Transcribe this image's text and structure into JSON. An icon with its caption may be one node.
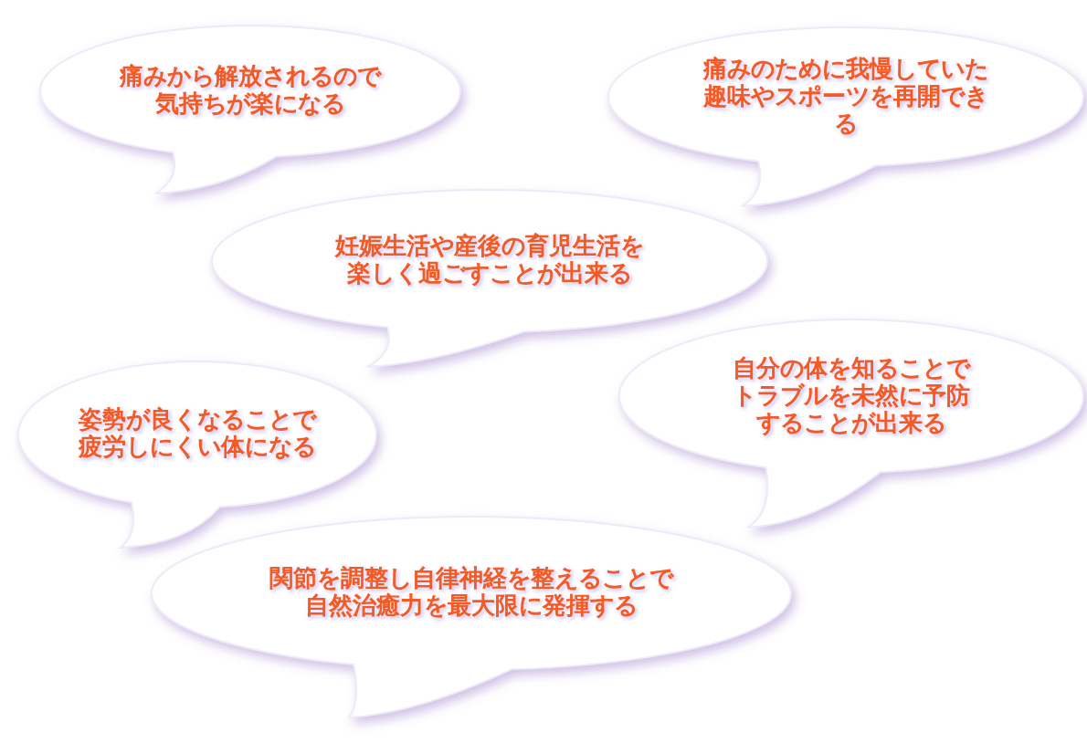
{
  "diagram": {
    "nodes": [
      {
        "text": [
          "痛みから解放されるので気持ちが楽になる"
        ]
      },
      {
        "text": [
          "痛みのために我慢していた趣味やスポーツを再開できる"
        ]
      },
      {
        "text": [
          "妊娠生活や産後の育児生活を楽しく過ごすことが出来る"
        ]
      },
      {
        "text": [
          "姿勢が良くなることで疲労しにくい体になる"
        ]
      },
      {
        "text": [
          "自分の体を知ることでトラブルを未然に予防することが出来る"
        ]
      },
      {
        "text": [
          "関節を調整し自律神経を整えることで自然治癒力を最大限に発揮する"
        ]
      }
    ]
  }
}
